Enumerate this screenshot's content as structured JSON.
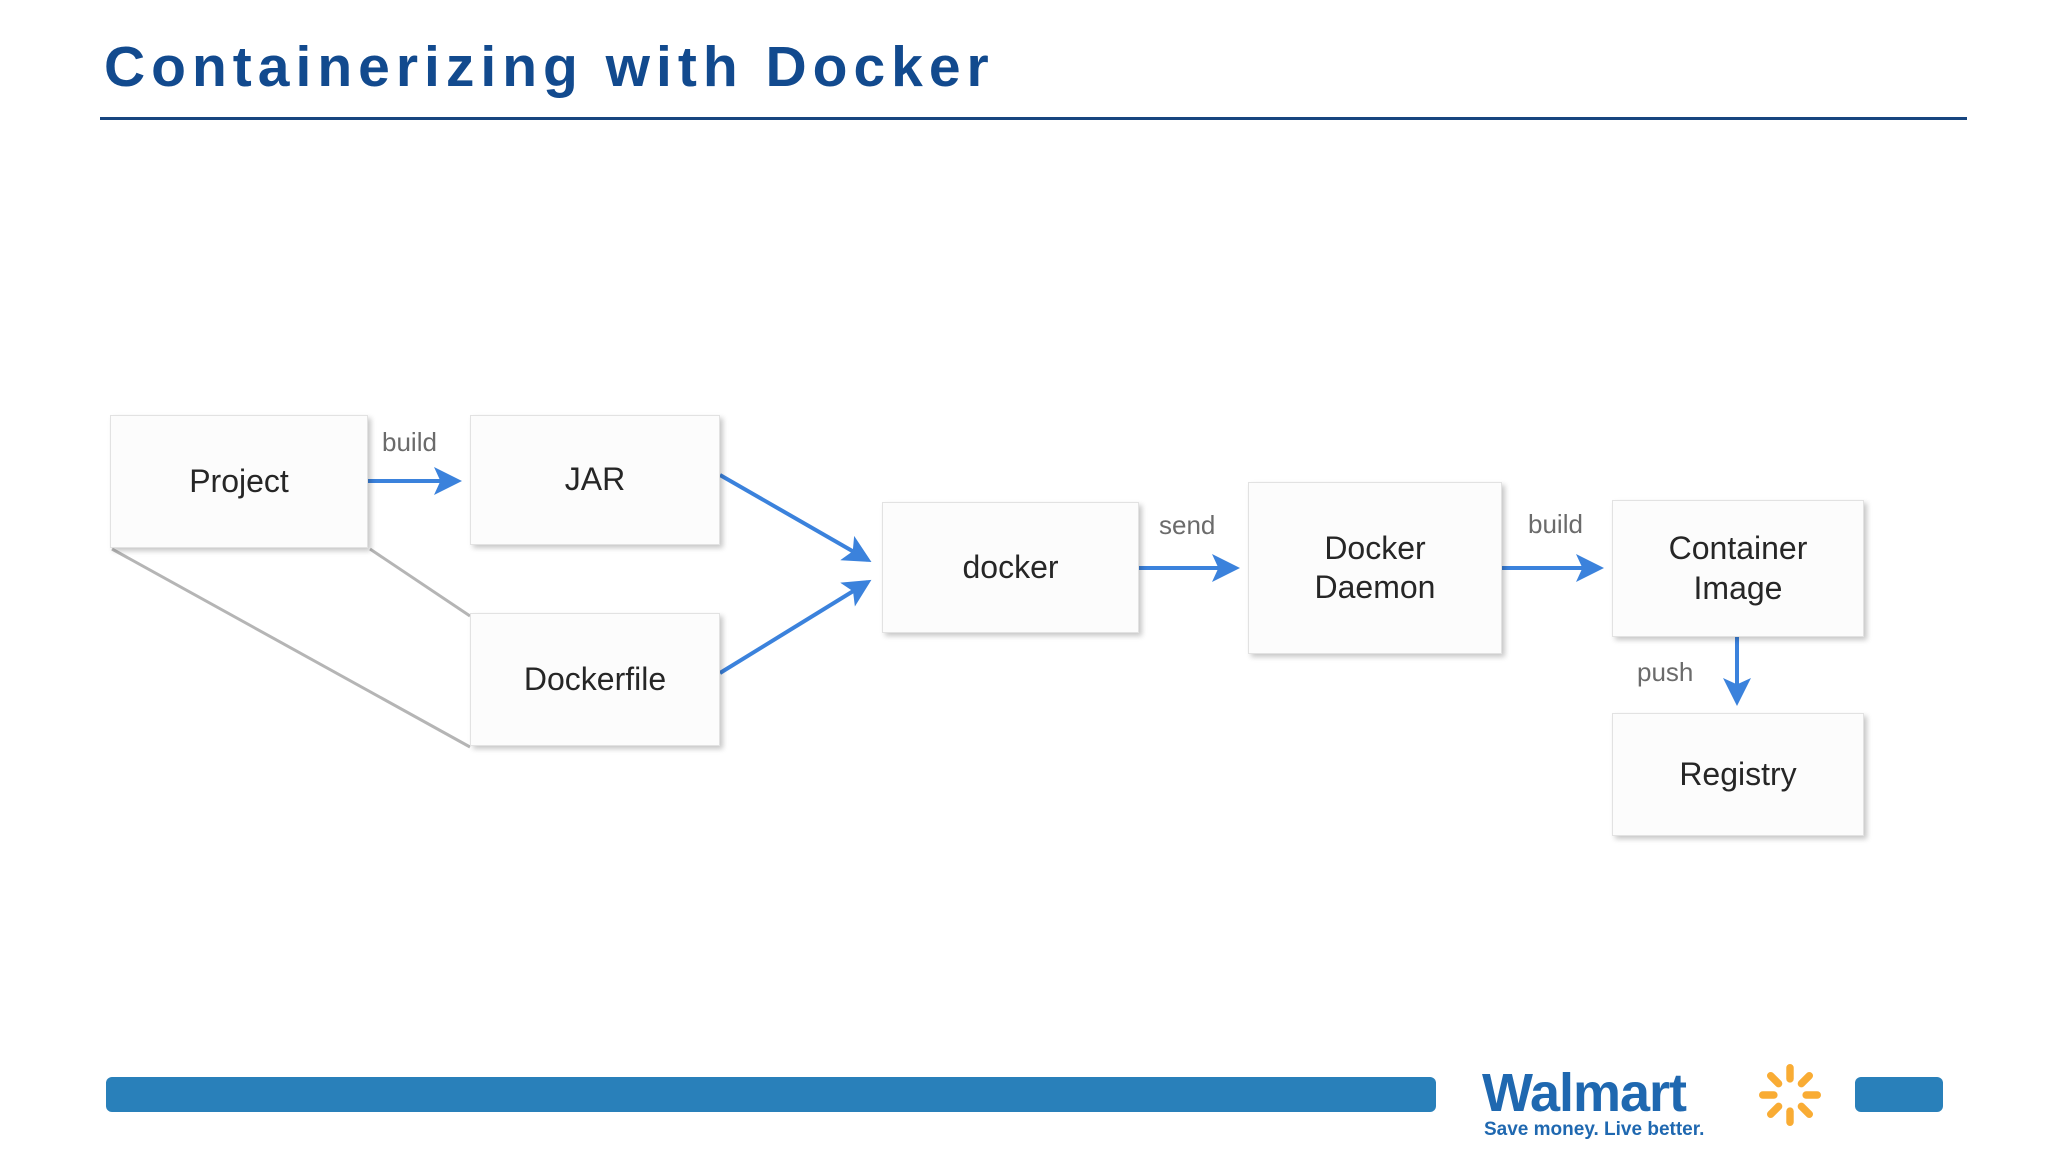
{
  "slide": {
    "title": "Containerizing with Docker",
    "title_color": "#124a8e",
    "rule_color": "#17457f",
    "background": "#ffffff"
  },
  "diagram": {
    "type": "flow",
    "node_fill": "#fcfcfc",
    "node_border": "#e2e2e2",
    "arrow_color": "#3b82dc",
    "group_line_color": "#b5b5b5",
    "label_color": "#6b6b6b",
    "nodes": [
      {
        "id": "project",
        "label": "Project"
      },
      {
        "id": "jar",
        "label": "JAR"
      },
      {
        "id": "dockerfile",
        "label": "Dockerfile"
      },
      {
        "id": "docker",
        "label": "docker"
      },
      {
        "id": "daemon",
        "label": "Docker\nDaemon",
        "line1": "Docker",
        "line2": "Daemon"
      },
      {
        "id": "image",
        "label": "Container\nImage",
        "line1": "Container",
        "line2": "Image"
      },
      {
        "id": "registry",
        "label": "Registry"
      }
    ],
    "edges": [
      {
        "id": "e-project-jar",
        "from": "project",
        "to": "jar",
        "label": "build",
        "style": "arrow"
      },
      {
        "id": "e-project-group-top",
        "from": "project",
        "to": "dockerfile",
        "label": "",
        "style": "group-line"
      },
      {
        "id": "e-project-group-bot",
        "from": "project",
        "to": "dockerfile",
        "label": "",
        "style": "group-line"
      },
      {
        "id": "e-jar-docker",
        "from": "jar",
        "to": "docker",
        "label": "",
        "style": "arrow"
      },
      {
        "id": "e-dockerfile-docker",
        "from": "dockerfile",
        "to": "docker",
        "label": "",
        "style": "arrow"
      },
      {
        "id": "e-docker-daemon",
        "from": "docker",
        "to": "daemon",
        "label": "send",
        "style": "arrow"
      },
      {
        "id": "e-daemon-image",
        "from": "daemon",
        "to": "image",
        "label": "build",
        "style": "arrow"
      },
      {
        "id": "e-image-registry",
        "from": "image",
        "to": "registry",
        "label": "push",
        "style": "arrow"
      }
    ],
    "edge_labels": {
      "build_1": "build",
      "send": "send",
      "build_2": "build",
      "push": "push"
    }
  },
  "footer": {
    "bar_color": "#2980ba",
    "chip_color": "#2980ba",
    "brand": {
      "wordmark": "Walmart",
      "tagline": "Save money. Live better.",
      "wordmark_color": "#1f68b0",
      "spark_color": "#f9ac34",
      "spark_icon": "walmart-spark-icon"
    }
  }
}
